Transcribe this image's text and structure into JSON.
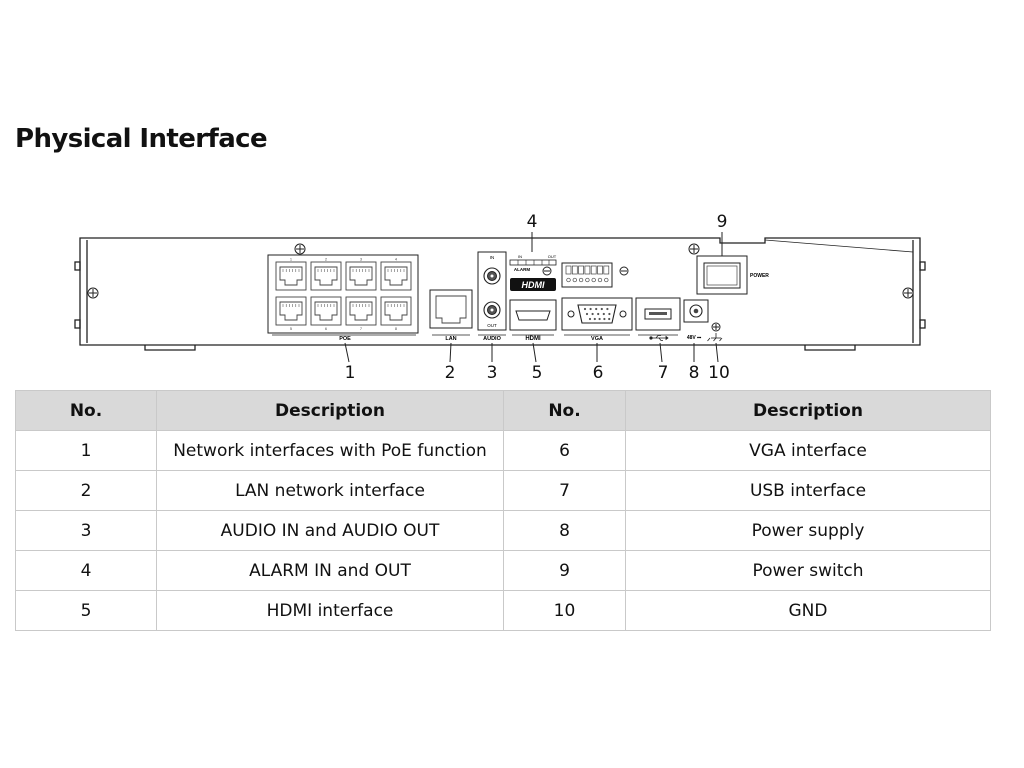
{
  "page": {
    "title": "Physical Interface"
  },
  "device": {
    "port_labels": {
      "poe": "POE",
      "lan": "LAN",
      "audio": "AUDIO",
      "audio_in": "IN",
      "audio_out": "OUT",
      "alarm": "ALARM",
      "alarm_in": "IN",
      "alarm_out": "OUT",
      "hdmi_logo": "HDMI",
      "hdmi": "HDMI",
      "vga": "VGA",
      "power": "POWER",
      "dc_voltage": "48V ⎓"
    },
    "poe_port_numbers": [
      "1",
      "2",
      "3",
      "4",
      "5",
      "6",
      "7",
      "8"
    ],
    "callouts": [
      {
        "id": "1",
        "label": "1"
      },
      {
        "id": "2",
        "label": "2"
      },
      {
        "id": "3",
        "label": "3"
      },
      {
        "id": "4",
        "label": "4"
      },
      {
        "id": "5",
        "label": "5"
      },
      {
        "id": "6",
        "label": "6"
      },
      {
        "id": "7",
        "label": "7"
      },
      {
        "id": "8",
        "label": "8"
      },
      {
        "id": "9",
        "label": "9"
      },
      {
        "id": "10",
        "label": "10"
      }
    ]
  },
  "table": {
    "headers": [
      "No.",
      "Description",
      "No.",
      "Description"
    ],
    "rows": [
      {
        "no_a": "1",
        "desc_a": "Network interfaces with PoE function",
        "no_b": "6",
        "desc_b": "VGA interface"
      },
      {
        "no_a": "2",
        "desc_a": "LAN network interface",
        "no_b": "7",
        "desc_b": "USB interface"
      },
      {
        "no_a": "3",
        "desc_a": "AUDIO IN and AUDIO OUT",
        "no_b": "8",
        "desc_b": "Power supply"
      },
      {
        "no_a": "4",
        "desc_a": "ALARM IN and OUT",
        "no_b": "9",
        "desc_b": "Power switch"
      },
      {
        "no_a": "5",
        "desc_a": "HDMI interface",
        "no_b": "10",
        "desc_b": "GND"
      }
    ]
  }
}
